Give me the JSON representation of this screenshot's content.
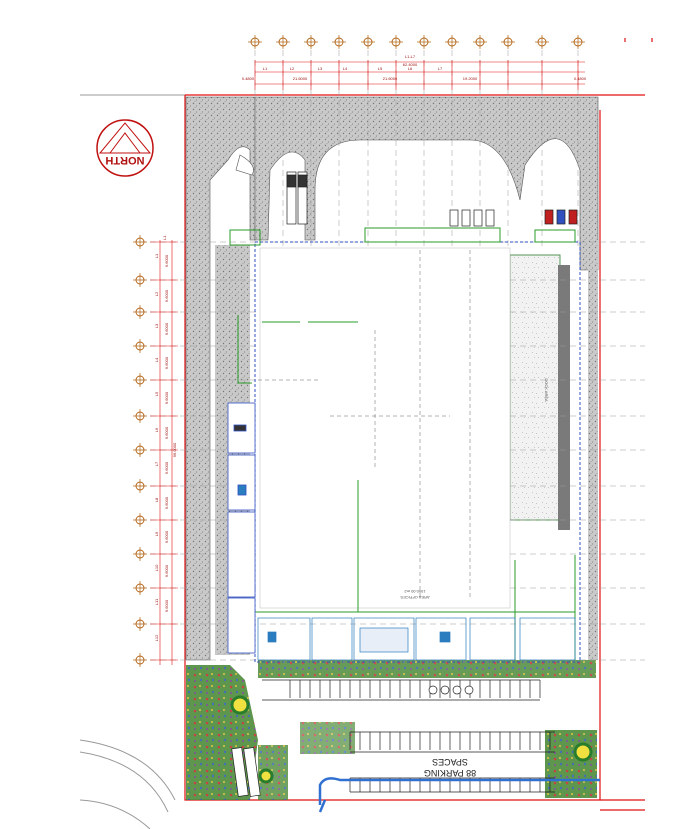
{
  "north_label": "NORTH",
  "parking_label_line1": "88 PARKING",
  "parking_label_line2": "SPACES",
  "top_overall_dimension": "62.4000",
  "top_overall_grid": "L1-L7",
  "top_grid_labels": [
    "L1",
    "L2",
    "L3",
    "L4",
    "L5",
    "L6",
    "L7"
  ],
  "top_dimensions": [
    "0.4800",
    "21.6000",
    "21.6000",
    "19.2000",
    "0.4800"
  ],
  "left_overall_grid": "L1",
  "left_overall_dimension": "96.0000",
  "left_grid_labels": [
    "L1",
    "L2",
    "L3",
    "L4",
    "L5",
    "L6",
    "L7",
    "L8",
    "L9",
    "L10",
    "L11",
    "L12"
  ],
  "left_dimensions": [
    "9.6000",
    "9.6000",
    "9.6000",
    "9.6000",
    "9.6000",
    "9.6000",
    "9.6000",
    "9.6000",
    "9.6000",
    "9.6000",
    "9.6000"
  ],
  "office_label": "AREA OFFICES",
  "office_area": "1950.00 m2",
  "dock_label": "DOCK AREA",
  "colors": {
    "site_boundary": "#e01010",
    "grid": "#b06010",
    "building": "#3050c0",
    "landscape": "#2a7d2a",
    "paving": "#9a9a9a"
  }
}
